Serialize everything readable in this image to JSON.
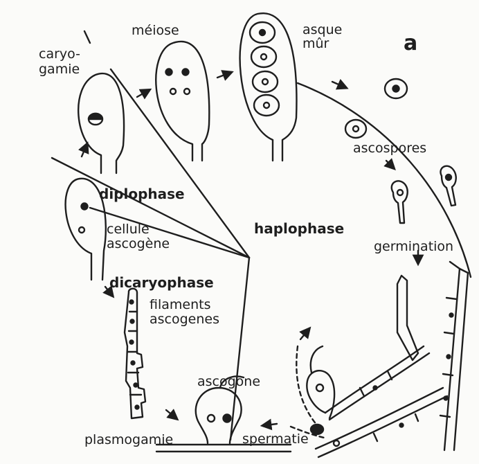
{
  "diagram": {
    "panel_letter": "a",
    "labels": {
      "meiose": "méiose",
      "asque_line1": "asque",
      "asque_line2": "mûr",
      "caryogamie_line1": "caryo-",
      "caryogamie_line2": "gamie",
      "ascospores": "ascospores",
      "diplophase": "diplophase",
      "haplophase": "haplophase",
      "cellule_line1": "cellule",
      "cellule_line2": "ascogène",
      "germination": "germination",
      "dicaryophase": "dicaryophase",
      "filaments_line1": "filaments",
      "filaments_line2": "ascogenes",
      "ascogone": "ascogone",
      "spermatie": "spermatie",
      "plasmogamie": "plasmogamie"
    }
  }
}
